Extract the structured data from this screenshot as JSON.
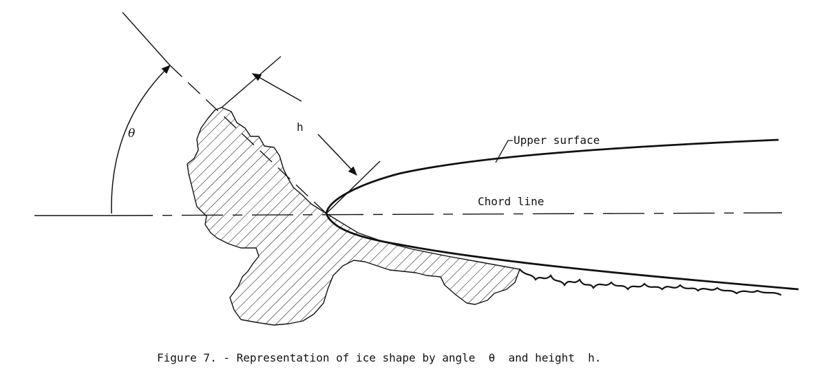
{
  "labels": {
    "angle": "θ",
    "height": "h",
    "upper_surface": "Upper surface",
    "chord_line": "Chord line"
  },
  "caption": "Figure 7. - Representation of ice shape by angle  θ  and height  h."
}
